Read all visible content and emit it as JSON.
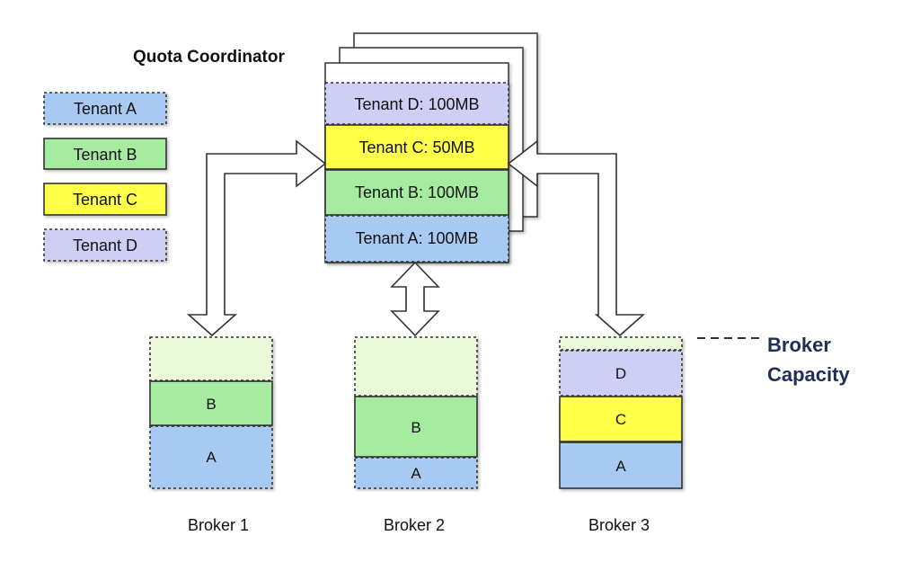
{
  "colors": {
    "tenant_a": "#a7c9f2",
    "tenant_b": "#a6eca0",
    "tenant_c": "#ffff4a",
    "tenant_d": "#cfcef4",
    "free_capacity": "#eaf9da",
    "stroke": "#333333",
    "capacity_label": "#1f2e55"
  },
  "legend": {
    "items": [
      {
        "label": "Tenant A",
        "key": "tenant_a",
        "dashed": true
      },
      {
        "label": "Tenant B",
        "key": "tenant_b",
        "dashed": false
      },
      {
        "label": "Tenant C",
        "key": "tenant_c",
        "dashed": false
      },
      {
        "label": "Tenant D",
        "key": "tenant_d",
        "dashed": true
      }
    ]
  },
  "coordinator": {
    "title": "Quota Coordinator",
    "quotas": [
      {
        "label": "Tenant D: 100MB",
        "key": "tenant_d",
        "dashed": true
      },
      {
        "label": "Tenant C: 50MB",
        "key": "tenant_c",
        "dashed": false
      },
      {
        "label": "Tenant B: 100MB",
        "key": "tenant_b",
        "dashed": false
      },
      {
        "label": "Tenant A: 100MB",
        "key": "tenant_a",
        "dashed": true
      }
    ]
  },
  "brokers": [
    {
      "name": "Broker 1",
      "segments": [
        {
          "label": "",
          "key": "free_capacity",
          "dashed": true
        },
        {
          "label": "B",
          "key": "tenant_b",
          "dashed": false
        },
        {
          "label": "A",
          "key": "tenant_a",
          "dashed": true
        }
      ]
    },
    {
      "name": "Broker 2",
      "segments": [
        {
          "label": "",
          "key": "free_capacity",
          "dashed": true
        },
        {
          "label": "B",
          "key": "tenant_b",
          "dashed": false
        },
        {
          "label": "A",
          "key": "tenant_a",
          "dashed": true
        }
      ]
    },
    {
      "name": "Broker 3",
      "segments": [
        {
          "label": "",
          "key": "free_capacity",
          "dashed": true
        },
        {
          "label": "D",
          "key": "tenant_d",
          "dashed": true
        },
        {
          "label": "C",
          "key": "tenant_c",
          "dashed": false
        },
        {
          "label": "A",
          "key": "tenant_a",
          "dashed": false
        }
      ]
    }
  ],
  "capacity_annotation": {
    "line1": "Broker",
    "line2": "Capacity"
  }
}
